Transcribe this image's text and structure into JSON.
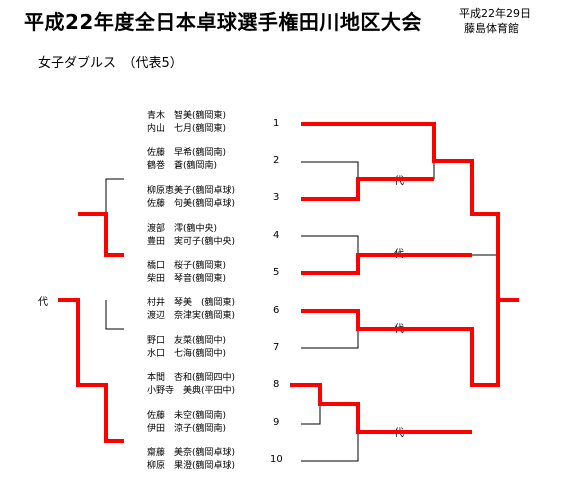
{
  "title": "平成22年度全日本卓球選手権田川地区大会",
  "date": "平成22年29日",
  "venue": "藤島体育館",
  "category": "女子ダブルス　（代表5）",
  "rep_mark": "代",
  "entries": [
    {
      "number": "1",
      "players": [
        "青木　智美(鶴岡東)",
        "内山　七月(鶴岡東)"
      ]
    },
    {
      "number": "2",
      "players": [
        "佐藤　早希(鶴岡南)",
        "鶴巻　蒼(鶴岡南)"
      ]
    },
    {
      "number": "3",
      "players": [
        "柳原恵美子(鶴岡卓球)",
        "佐藤　句美(鶴岡卓球)"
      ]
    },
    {
      "number": "4",
      "players": [
        "渡部　澪(鶴中央)",
        "豊田　実可子(鶴中央)"
      ]
    },
    {
      "number": "5",
      "players": [
        "橋口　桜子(鶴岡東)",
        "柴田　琴音(鶴岡東)"
      ]
    },
    {
      "number": "6",
      "players": [
        "村井　琴美　(鶴岡東)",
        "渡辺　奈津実(鶴岡東)"
      ]
    },
    {
      "number": "7",
      "players": [
        "野口　友菜(鶴岡中)",
        "水口　七海(鶴岡中)"
      ]
    },
    {
      "number": "8",
      "players": [
        "本間　杏和(鶴岡四中)",
        "小野寺　美典(平田中)"
      ]
    },
    {
      "number": "9",
      "players": [
        "佐藤　未空(鶴岡南)",
        "伊田　涼子(鶴岡南)"
      ]
    },
    {
      "number": "10",
      "players": [
        "齋藤　美奈(鶴岡卓球)",
        "柳原　果澄(鶴岡卓球)"
      ]
    }
  ],
  "colors": {
    "winner_line": "#ff0000",
    "line": "#000000"
  }
}
